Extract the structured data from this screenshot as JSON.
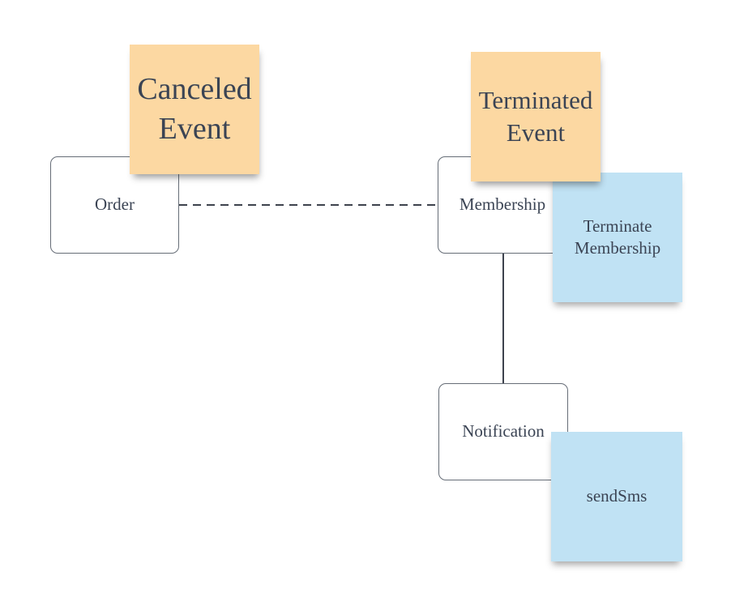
{
  "canvas": {
    "background": "#ffffff"
  },
  "palette": {
    "event_note_fill": "#fcd8a2",
    "command_note_fill": "#c0e2f4",
    "box_fill": "#ffffff",
    "box_border": "#666d77",
    "text_color": "#3b4454",
    "line_color": "#3d424d"
  },
  "boxes": [
    {
      "id": "order",
      "label": "Order"
    },
    {
      "id": "membership",
      "label": "Membership"
    },
    {
      "id": "notification",
      "label": "Notification"
    }
  ],
  "notes": [
    {
      "id": "canceled-event",
      "label": "Canceled Event",
      "kind": "event"
    },
    {
      "id": "terminated-event",
      "label": "Terminated Event",
      "kind": "event"
    },
    {
      "id": "terminate-membership",
      "label": "Terminate Membership",
      "kind": "command"
    },
    {
      "id": "send-sms",
      "label": "sendSms",
      "kind": "command"
    }
  ],
  "connections": [
    {
      "from": "order",
      "to": "membership",
      "style": "dashed"
    },
    {
      "from": "membership",
      "to": "notification",
      "style": "solid"
    }
  ]
}
